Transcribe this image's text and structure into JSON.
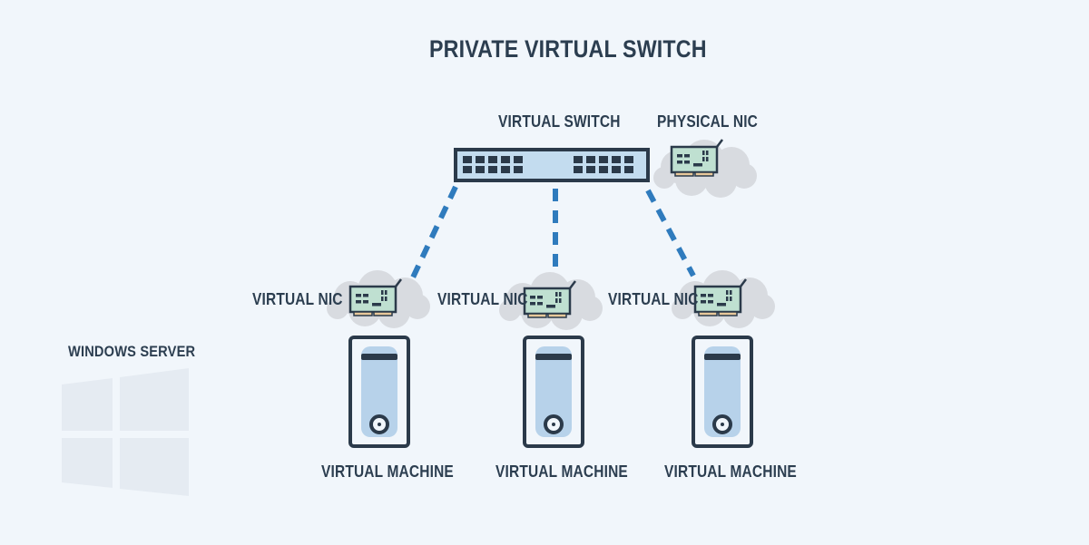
{
  "title": "PRIVATE VIRTUAL SWITCH",
  "switch": {
    "label": "VIRTUAL SWITCH",
    "icon": "network-switch-icon"
  },
  "physical_nic": {
    "label": "PHYSICAL NIC",
    "icon": "nic-card-icon"
  },
  "host": {
    "label": "WINDOWS SERVER",
    "icon": "windows-logo-icon"
  },
  "machines": [
    {
      "nic_label": "VIRTUAL NIC",
      "vm_label": "VIRTUAL MACHINE"
    },
    {
      "nic_label": "VIRTUAL NIC",
      "vm_label": "VIRTUAL MACHINE"
    },
    {
      "nic_label": "VIRTUAL NIC",
      "vm_label": "VIRTUAL MACHINE"
    }
  ],
  "colors": {
    "background": "#f1f6fb",
    "text": "#2c3e50",
    "outline": "#2b3a4a",
    "switch_fill": "#c3dcef",
    "nic_board": "#bfe0d1",
    "cloud": "#d8dbe0",
    "link": "#2f7bbd",
    "tower_panel": "#b7d2ea",
    "windows_logo": "#e5ebf2"
  }
}
